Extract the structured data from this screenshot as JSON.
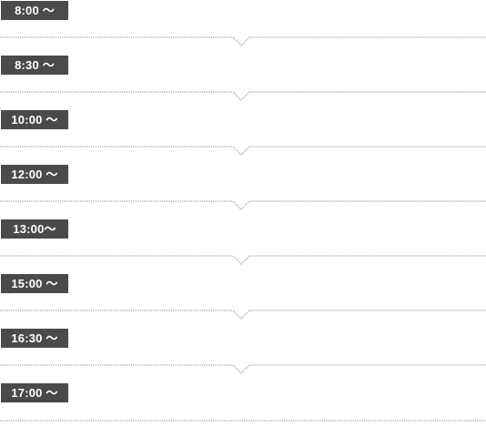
{
  "schedule": {
    "times": [
      {
        "label": "8:00 〜"
      },
      {
        "label": "8:30 〜"
      },
      {
        "label": "10:00 〜"
      },
      {
        "label": "12:00 〜"
      },
      {
        "label": "13:00〜"
      },
      {
        "label": "15:00 〜"
      },
      {
        "label": "16:30 〜"
      },
      {
        "label": "17:00 〜"
      }
    ],
    "badge_color": "#4a4a4a",
    "badge_text_color": "#ffffff",
    "divider_color": "#8a8a8a",
    "divider_style": "dotted",
    "divider_marker": "chevron-down"
  }
}
